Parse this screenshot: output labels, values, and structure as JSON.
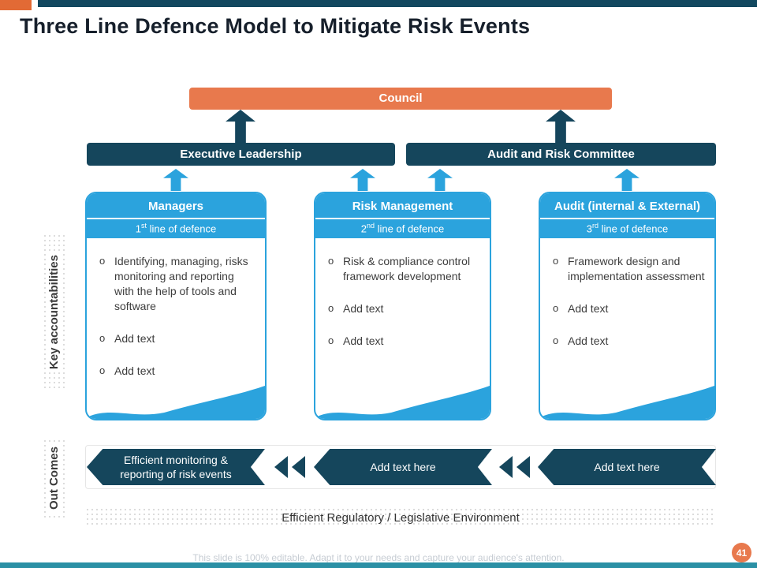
{
  "slide": {
    "title": "Three Line Defence Model to Mitigate Risk Events",
    "footer": "This slide is 100% editable. Adapt it to your needs and capture your audience's attention.",
    "page_number": "41"
  },
  "hierarchy": {
    "council": "Council",
    "leadership_left": "Executive Leadership",
    "leadership_right": "Audit and Risk Committee"
  },
  "side_labels": {
    "accountabilities": "Key accountabilities",
    "outcomes": "Out Comes"
  },
  "columns": [
    {
      "header": "Managers",
      "line": {
        "num": "1",
        "sup": "st",
        "rest": " line of defence"
      },
      "bullets": [
        "Identifying,  managing, risks monitoring and reporting with the help of tools and software",
        "Add text",
        "Add text"
      ]
    },
    {
      "header": "Risk Management",
      "line": {
        "num": "2",
        "sup": "nd",
        "rest": " line of defence"
      },
      "bullets": [
        "Risk & compliance control framework development",
        "Add text",
        "Add text"
      ]
    },
    {
      "header": "Audit (internal & External)",
      "line": {
        "num": "3",
        "sup": "rd",
        "rest": " line of defence"
      },
      "bullets": [
        "Framework design and implementation assessment",
        "Add text",
        "Add text"
      ]
    }
  ],
  "outcome_boxes": [
    "Efficient monitoring & reporting of risk events",
    "Add text here",
    "Add text here"
  ],
  "banner": "Efficient Regulatory / Legislative Environment",
  "icons": {
    "up_arrow": "↑",
    "chevron_left": "«"
  },
  "colors": {
    "orange": "#E8794D",
    "navy": "#15465C",
    "blue": "#2BA3DD",
    "teal_bar": "#2B90A5",
    "top_bar": "#12485F"
  }
}
